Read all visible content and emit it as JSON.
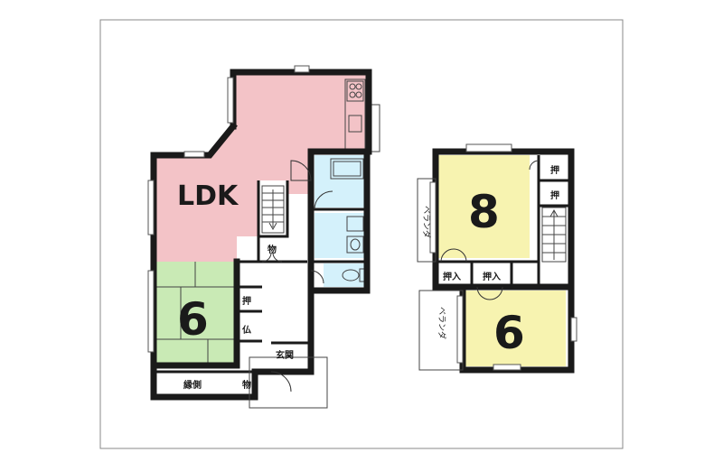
{
  "colors": {
    "ldk": "#f3c3c7",
    "washitsu": "#c9eab5",
    "bedroom": "#f7f3b0",
    "water": "#d4f1fb",
    "wall": "#1a1a1a"
  },
  "floor1": {
    "ldk_label": "LDK",
    "washitsu_label": "6",
    "oshiire_label": "押",
    "butsudan_label": "仏",
    "storage_label": "物",
    "storage2_label": "物",
    "engawa_label": "縁側",
    "genkan_label": "玄関"
  },
  "floor2": {
    "room8_label": "8",
    "room6_label": "6",
    "oshi_a_label": "押",
    "oshi_b_label": "押",
    "oshiire_a_label": "押入",
    "oshiire_b_label": "押入",
    "veranda_a_label": "ベランダ",
    "veranda_b_label": "ベランダ"
  }
}
